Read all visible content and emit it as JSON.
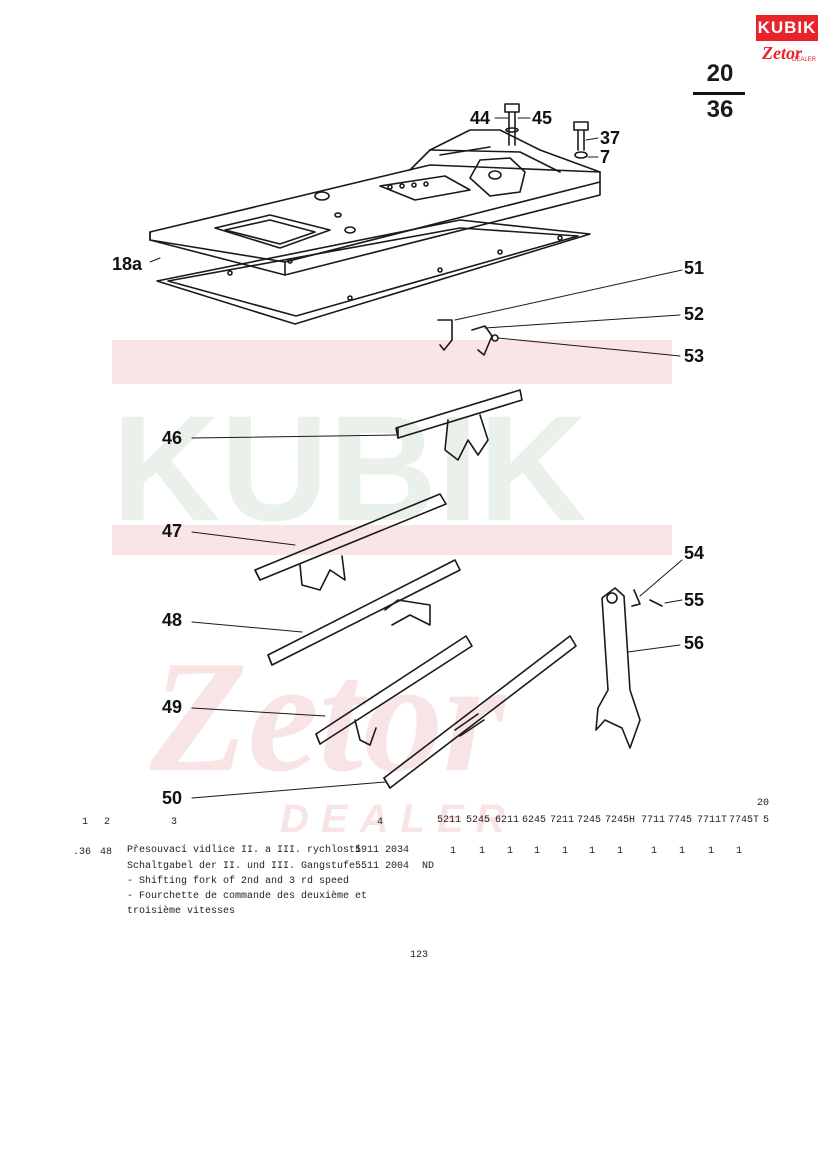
{
  "logo": {
    "brand_top": "KUBIK",
    "brand_bottom": "Zetor",
    "brand_sub": "DEALER"
  },
  "watermark": {
    "top_text": "KUBIK",
    "bottom_text": "Zetor",
    "sub_text": "DEALER",
    "color": "#f2c9c9"
  },
  "page": {
    "group": "20",
    "sheet": "36",
    "number": "123"
  },
  "callouts": [
    "44",
    "45",
    "37",
    "7",
    "18a",
    "51",
    "52",
    "53",
    "46",
    "47",
    "48",
    "49",
    "50",
    "54",
    "55",
    "56"
  ],
  "table": {
    "column_numbers": [
      "1",
      "2",
      "3",
      "4"
    ],
    "models": [
      "5211",
      "5245",
      "6211",
      "6245",
      "7211",
      "7245",
      "7245H",
      "7711",
      "7745",
      "7711T",
      "7745T"
    ],
    "group_number": "20",
    "group_suffix": "5",
    "row": {
      "position": ".36",
      "item": "48",
      "description": [
        "Přesouvací vidlice II. a III. rychlosti",
        "Schaltgabel der II. und III. Gangstufe",
        "- Shifting fork of 2nd and 3 rd speed",
        "- Fourchette de commande des deuxième et",
        "troisième vitesses"
      ],
      "part_numbers": [
        "5911 2034",
        "5511 2004"
      ],
      "note": "ND",
      "quantities": [
        "1",
        "1",
        "1",
        "1",
        "1",
        "1",
        "1",
        "1",
        "1",
        "1",
        "1"
      ]
    }
  },
  "colors": {
    "ink": "#1a1a1a",
    "brand_red": "#e8232a"
  }
}
